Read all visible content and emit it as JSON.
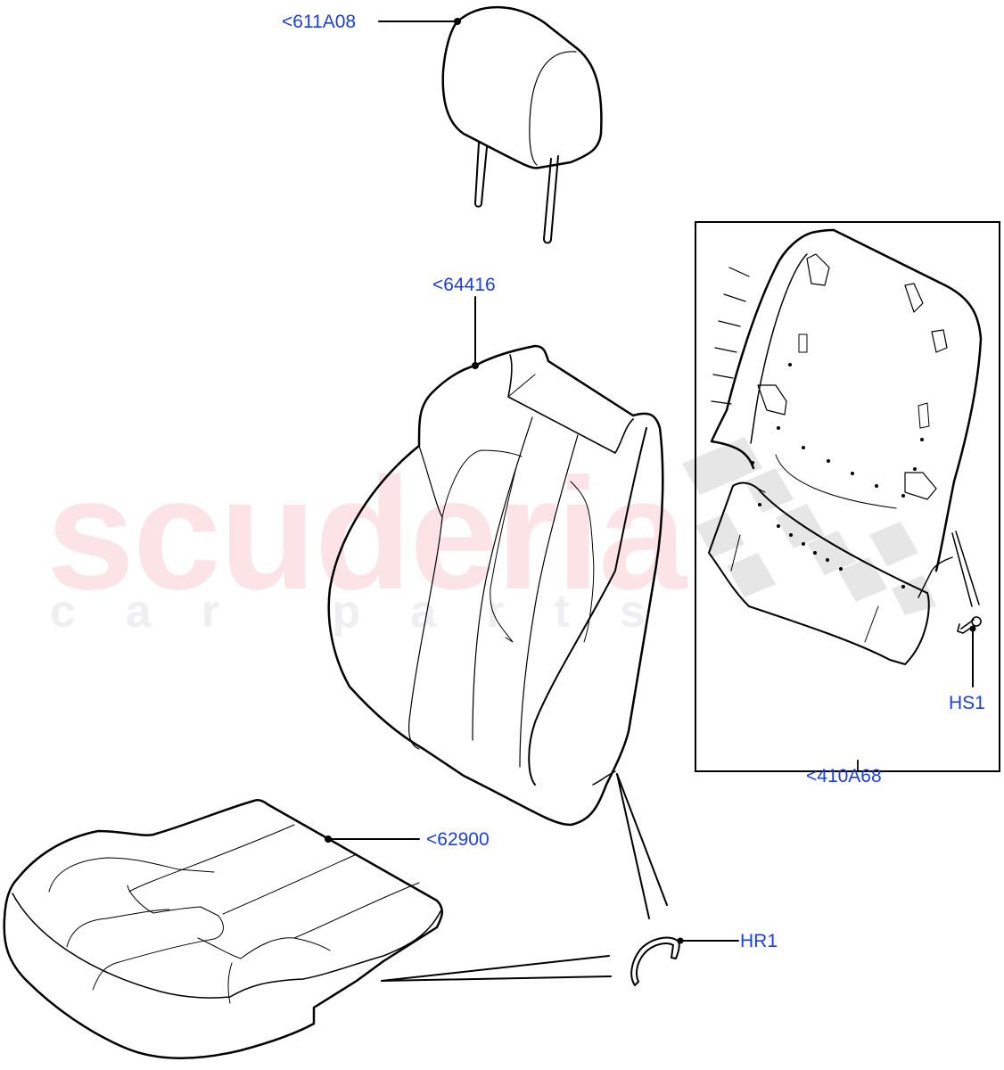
{
  "diagram": {
    "type": "exploded-parts-diagram",
    "subject": "Seat components: headrest, backrest cover, cushion cover, backrest panel",
    "watermark": {
      "main": "scuderia",
      "sub": "car parts"
    },
    "callouts": [
      {
        "id": "headrest",
        "label": "<611A08"
      },
      {
        "id": "backrest-cover",
        "label": "<64416"
      },
      {
        "id": "backrest-panel-box",
        "label": "<410A68"
      },
      {
        "id": "panel-screw",
        "label": "HS1"
      },
      {
        "id": "cushion-cover",
        "label": "<62900"
      },
      {
        "id": "hog-ring",
        "label": "HR1"
      }
    ],
    "colors": {
      "callout_text": "#1a3fe0",
      "line_art": "#000000",
      "watermark_main": "#fbe3e6",
      "watermark_sub": "#efeef0",
      "checker": "#dcdcdc"
    }
  }
}
